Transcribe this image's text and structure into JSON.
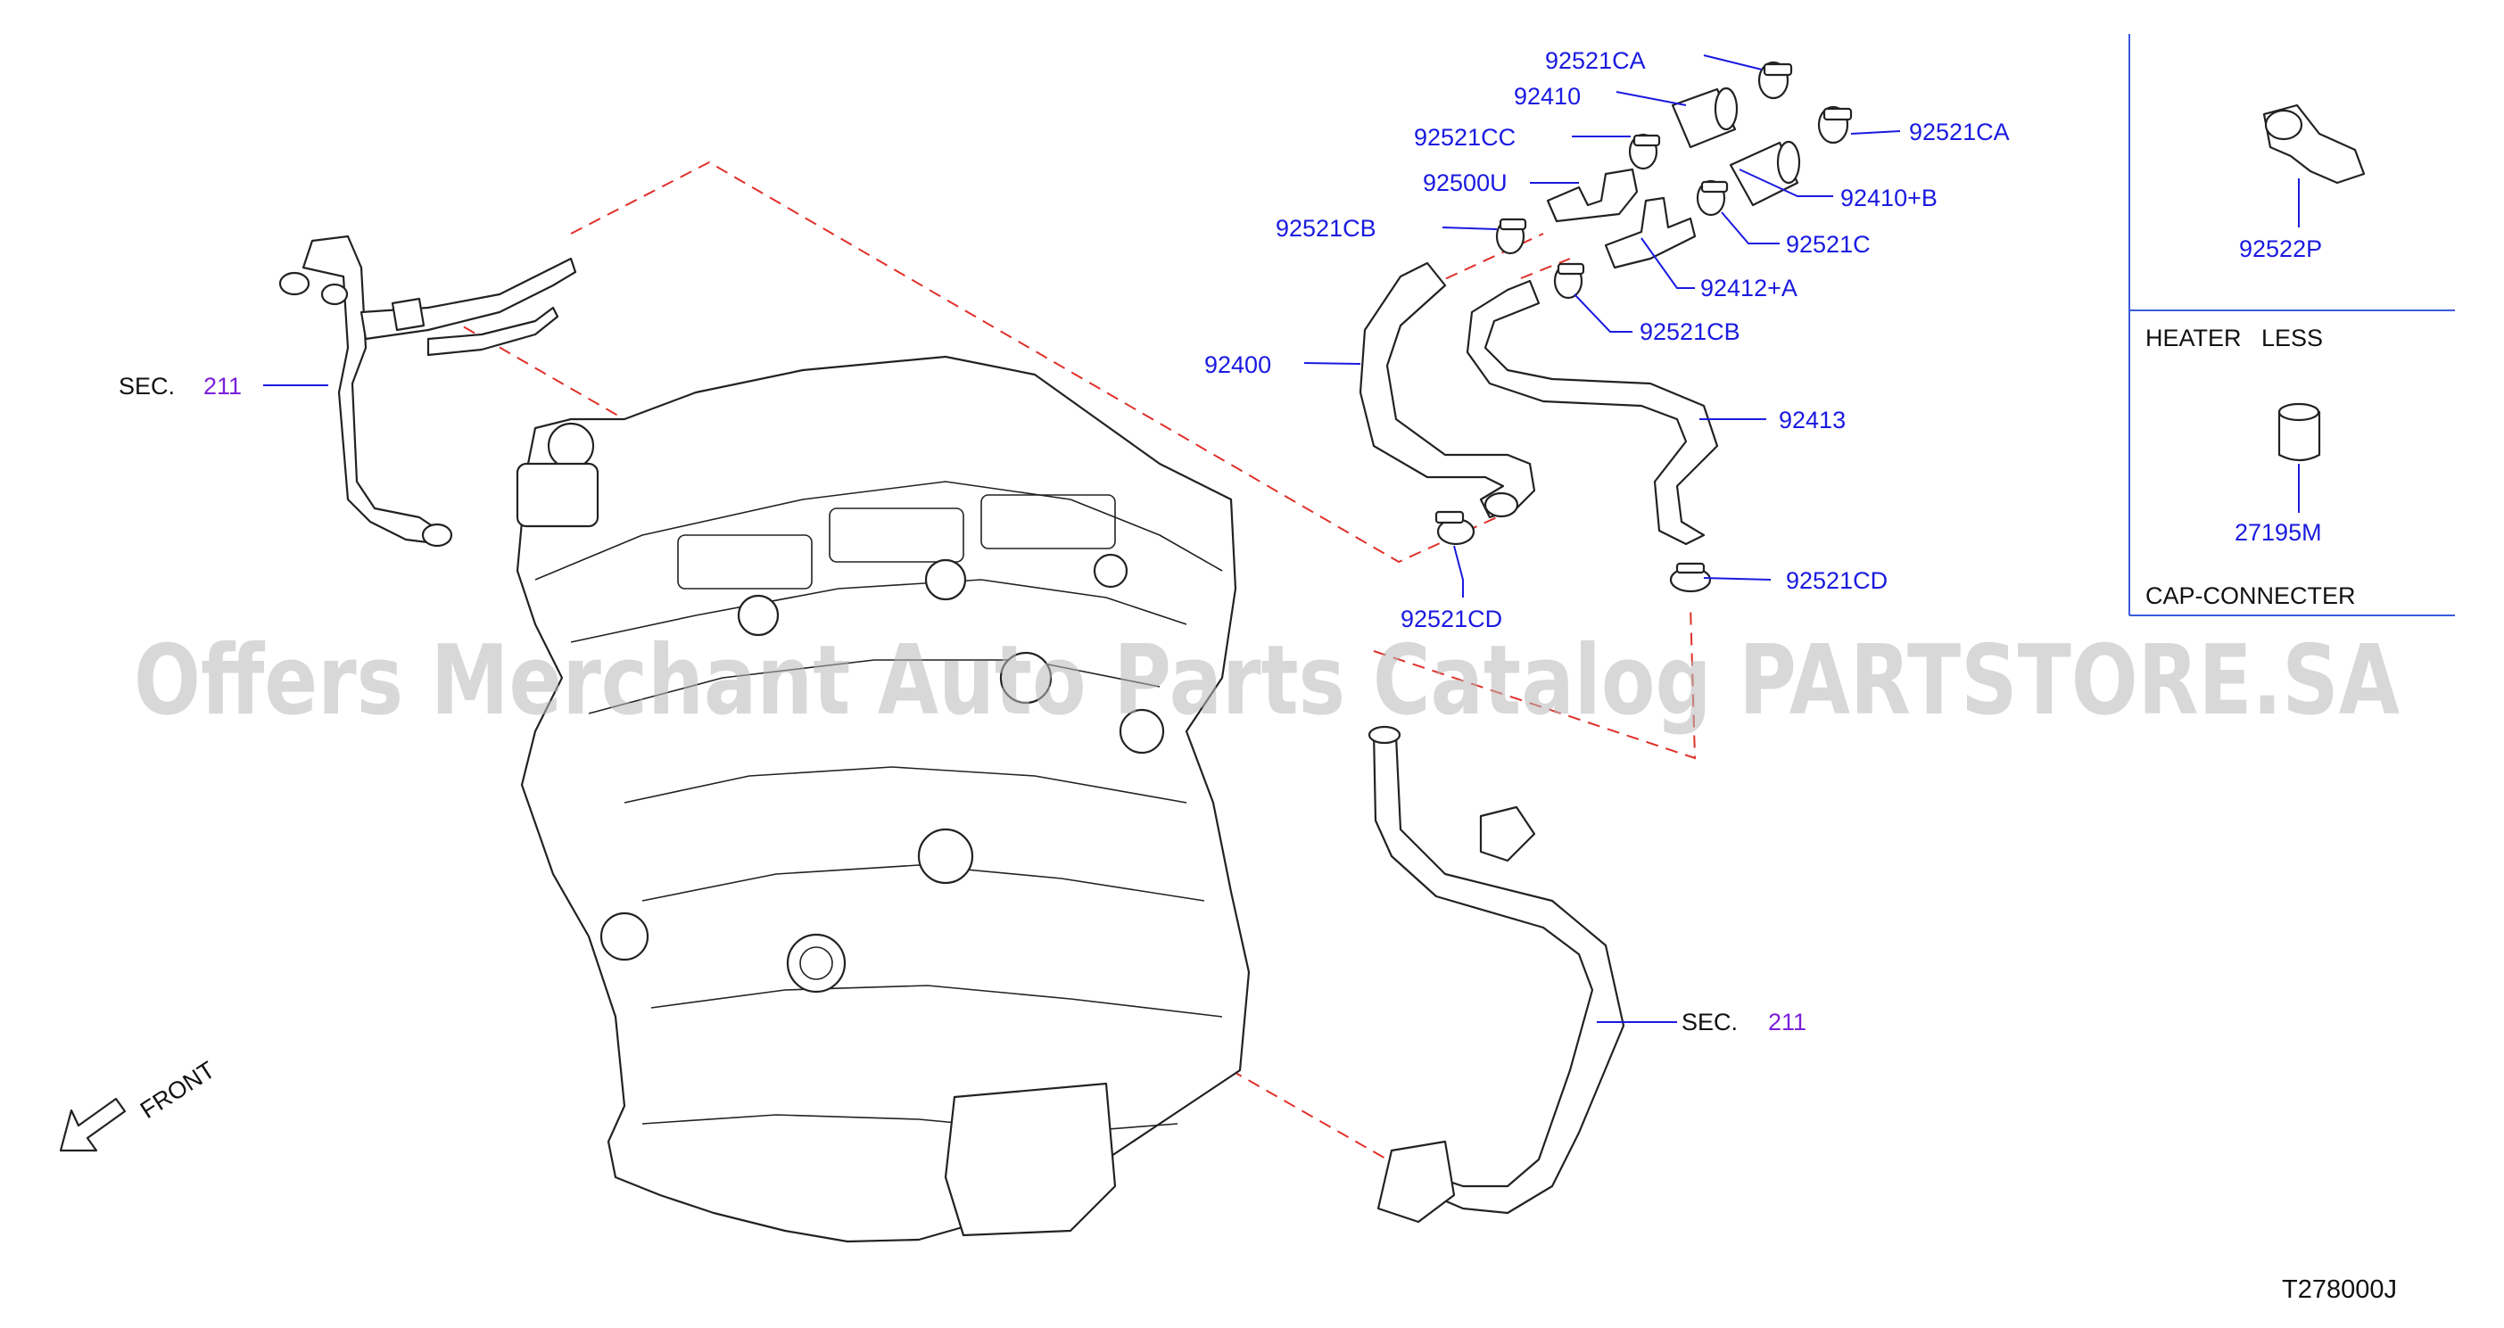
{
  "watermark": "Offers Merchant Auto Parts Catalog PARTSTORE.SA",
  "drawing_code": "T278000J",
  "front_label": "FRONT",
  "side_panel": {
    "heater_less": "HEATER   LESS",
    "cap_connecter": "CAP-CONNECTER"
  },
  "sections": [
    {
      "prefix": "SEC.",
      "number": "211"
    },
    {
      "prefix": "SEC.",
      "number": "211"
    }
  ],
  "callouts": [
    {
      "id": "92521CA"
    },
    {
      "id": "92410"
    },
    {
      "id": "92521CA"
    },
    {
      "id": "92521CC"
    },
    {
      "id": "92500U"
    },
    {
      "id": "92410+B"
    },
    {
      "id": "92521CB"
    },
    {
      "id": "92521C"
    },
    {
      "id": "92412+A"
    },
    {
      "id": "92521CB"
    },
    {
      "id": "92400"
    },
    {
      "id": "92413"
    },
    {
      "id": "92521CD"
    },
    {
      "id": "92521CD"
    },
    {
      "id": "92522P"
    },
    {
      "id": "27195M"
    }
  ],
  "colors": {
    "label": "#1a1ae0",
    "section_number": "#7b1fd8",
    "phantom_line": "#e0302a",
    "panel_frame": "#3b5bdb"
  }
}
